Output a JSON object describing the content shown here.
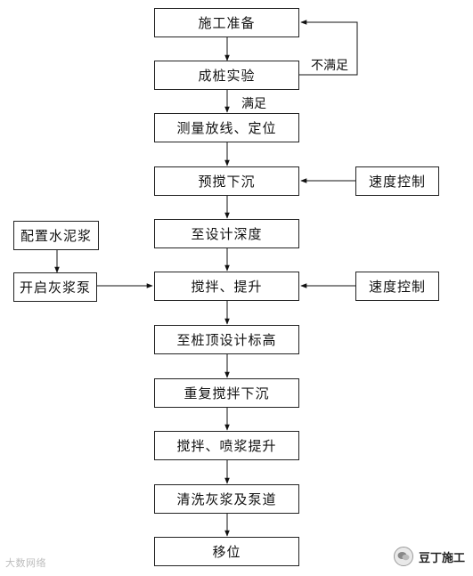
{
  "steps": [
    "施工准备",
    "成桩实验",
    "测量放线、定位",
    "预搅下沉",
    "至设计深度",
    "搅拌、提升",
    "至桩顶设计标高",
    "重复搅拌下沉",
    "搅拌、喷浆提升",
    "清洗灰浆及泵道",
    "移位"
  ],
  "loop_label": "不满足",
  "pass_label": "满足",
  "side_boxes": {
    "speed_control_1": "速度控制",
    "speed_control_2": "速度控制",
    "mix_slurry": "配置水泥浆",
    "start_pump": "开启灰浆泵"
  },
  "watermark": {
    "left": "大数网络",
    "right": "豆丁施工"
  }
}
